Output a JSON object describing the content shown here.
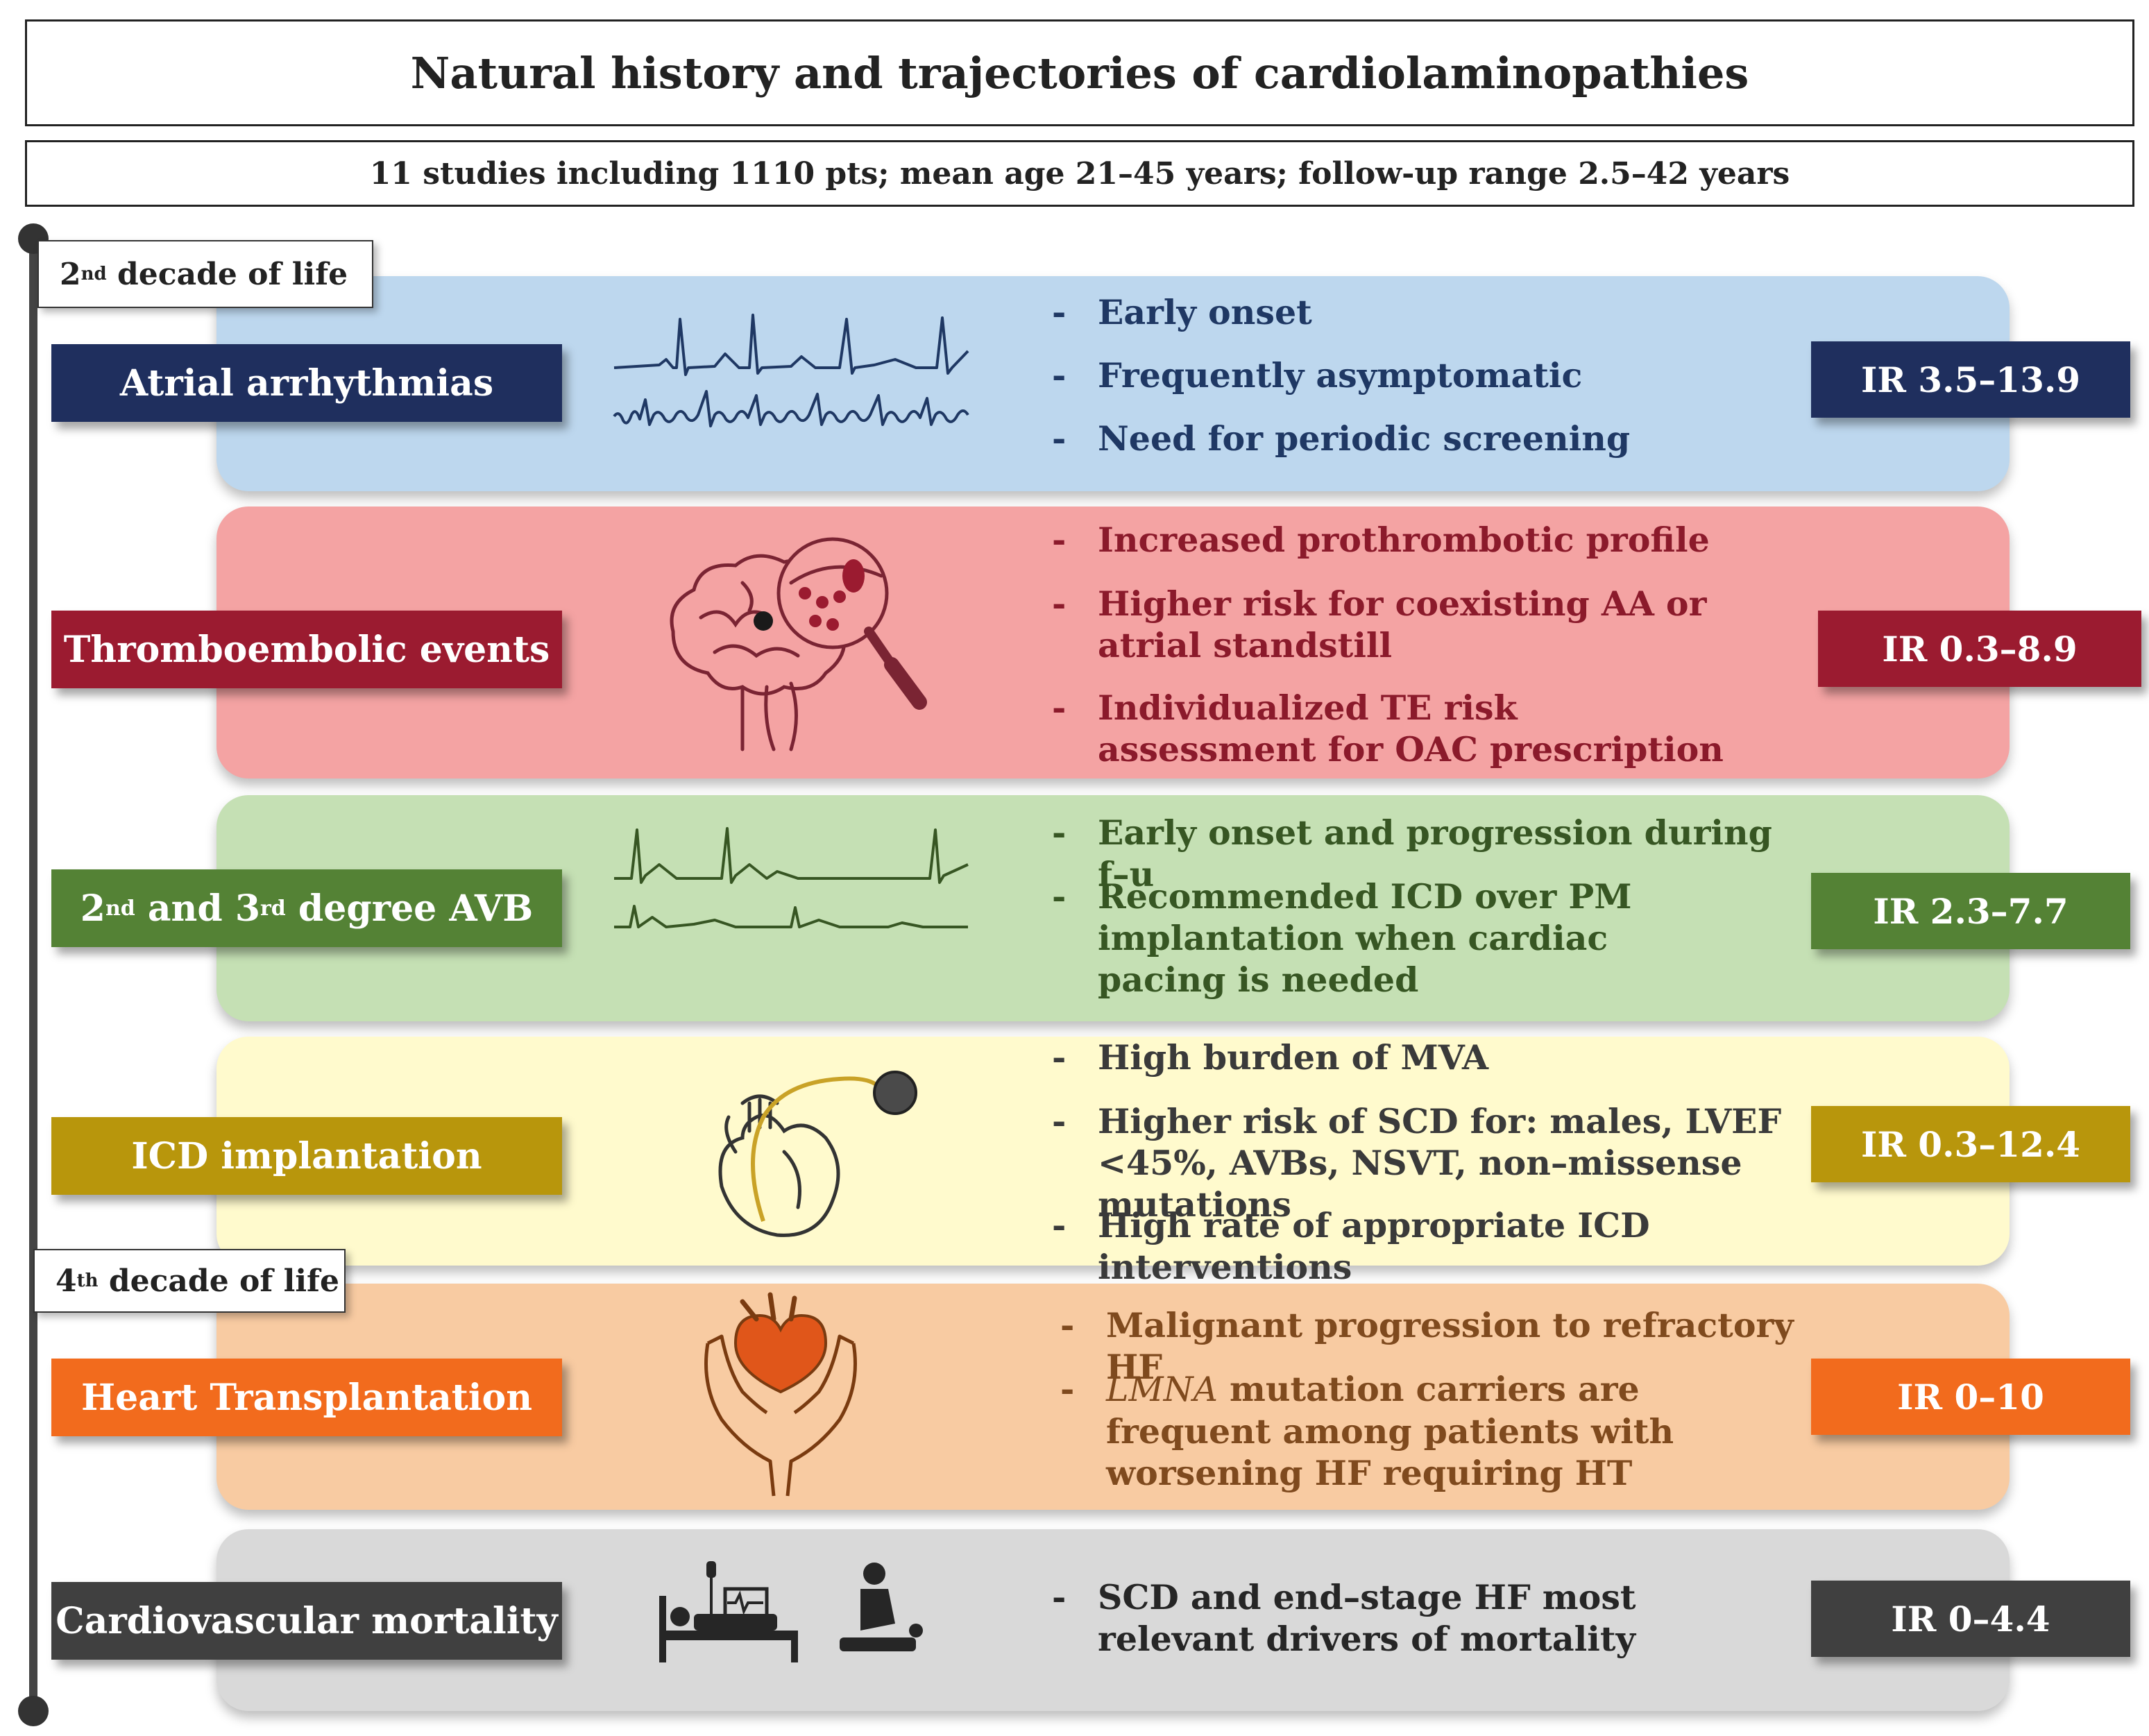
{
  "title": "Natural history and trajectories of cardiolaminopathies",
  "subtitle": "11 studies including  1110 pts; mean age 21–45 years; follow-up range 2.5–42 years",
  "decade_1": {
    "num": "2",
    "suffix": "nd",
    "text": " decade of life"
  },
  "decade_2": {
    "num": "4",
    "suffix": "th",
    "text": " decade of life"
  },
  "dash": "-",
  "colors": {
    "atrial_band": "#bdd7ee",
    "atrial_label": "#1f2f5e",
    "atrial_text": "#1f3864",
    "thrombo_band": "#f4a3a3",
    "thrombo_label": "#9b1b30",
    "thrombo_text": "#8b1a2b",
    "avb_band": "#c5e0b4",
    "avb_label": "#548235",
    "avb_text": "#375623",
    "icd_band": "#fffacd",
    "icd_label": "#b8960c",
    "icd_text": "#3a3a3a",
    "ht_band": "#f8cba2",
    "ht_label": "#f26b1d",
    "ht_text": "#7f4a1e",
    "cv_band": "#d9d9d9",
    "cv_label": "#404040",
    "cv_text": "#262626"
  },
  "rows": {
    "atrial": {
      "label": "Atrial arrhythmias",
      "ir": "IR 3.5–13.9",
      "bullets": [
        "Early onset",
        "Frequently asymptomatic",
        "Need for periodic screening"
      ],
      "icon": "ecg-icon"
    },
    "thrombo": {
      "label": "Thromboembolic events",
      "ir": "IR 0.3–8.9",
      "bullets": [
        "Increased prothrombotic profile",
        "Higher risk for coexisting AA or atrial standstill",
        "Individualized TE risk assessment for OAC prescription"
      ],
      "icon": "brain-magnifier-icon"
    },
    "avb": {
      "label_a": "2",
      "label_a_sup": "nd",
      "label_b": " and 3",
      "label_b_sup": "rd",
      "label_c": " degree AVB",
      "ir": "IR 2.3–7.7",
      "bullets": [
        "Early onset and progression during f–u",
        "Recommended ICD over PM implantation when cardiac pacing is needed"
      ],
      "icon": "ecg-block-icon"
    },
    "icd": {
      "label": "ICD implantation",
      "ir": "IR 0.3–12.4",
      "bullets": [
        "High burden of MVA",
        "Higher risk of SCD for: males, LVEF <45%, AVBs, NSVT, non–missense mutations",
        "High rate of appropriate ICD interventions"
      ],
      "icon": "heart-icd-icon"
    },
    "ht": {
      "label": "Heart Transplantation",
      "ir": "IR 0–10",
      "bullet_1": "Malignant progression to refractory HF",
      "bullet_2_italic": "LMNA",
      "bullet_2_rest": " mutation carriers are frequent among patients with worsening HF requiring HT",
      "icon": "hands-heart-icon"
    },
    "cv": {
      "label": "Cardiovascular mortality",
      "ir": "IR 0–4.4",
      "bullets": [
        "SCD and end–stage HF most relevant drivers of mortality"
      ],
      "icon": "hospital-bed-cpr-icon"
    }
  }
}
